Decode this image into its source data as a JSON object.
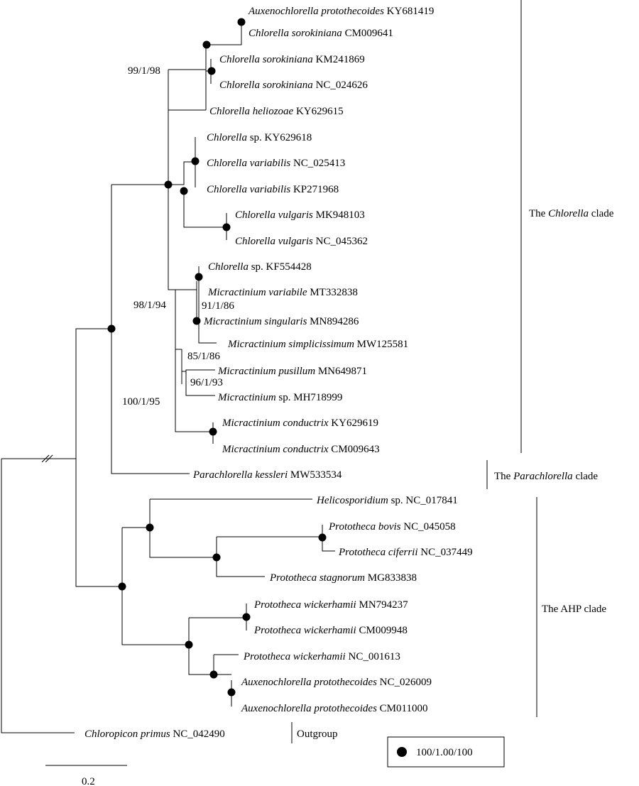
{
  "taxa": [
    {
      "genus": "Auxenochlorella protothecoides",
      "acc": "KY681419"
    },
    {
      "genus": "Chlorella sorokiniana",
      "acc": "CM009641"
    },
    {
      "genus": "Chlorella sorokiniana",
      "acc": "KM241869"
    },
    {
      "genus": "Chlorella sorokiniana",
      "acc": "NC_024626"
    },
    {
      "genus": "Chlorella heliozoae",
      "acc": "KY629615"
    },
    {
      "genus": "Chlorella",
      "rest": " sp. KY629618"
    },
    {
      "genus": "Chlorella variabilis",
      "acc": "NC_025413"
    },
    {
      "genus": "Chlorella variabilis",
      "acc": "KP271968"
    },
    {
      "genus": "Chlorella vulgaris",
      "acc": "MK948103"
    },
    {
      "genus": "Chlorella vulgaris",
      "acc": "NC_045362"
    },
    {
      "genus": "Chlorella",
      "rest": " sp. KF554428"
    },
    {
      "genus": "Micractinium variabile",
      "acc": "MT332838"
    },
    {
      "genus": "Micractinium singularis",
      "acc": "MN894286"
    },
    {
      "genus": "Micractinium simplicissimum",
      "acc": "MW125581"
    },
    {
      "genus": "Micractinium pusillum",
      "acc": "MN649871"
    },
    {
      "genus": "Micractinium",
      "rest": " sp. MH718999"
    },
    {
      "genus": "Micractinium conductrix",
      "acc": "KY629619"
    },
    {
      "genus": "Micractinium conductrix",
      "acc": "CM009643"
    },
    {
      "genus": "Parachlorella kessleri",
      "acc": "MW533534"
    },
    {
      "genus": "Helicosporidium",
      "rest": " sp. NC_017841"
    },
    {
      "genus": "Prototheca bovis",
      "acc": "NC_045058"
    },
    {
      "genus": "Prototheca ciferrii",
      "acc": "NC_037449"
    },
    {
      "genus": "Prototheca stagnorum",
      "acc": "MG833838"
    },
    {
      "genus": "Prototheca wickerhamii",
      "acc": "MN794237"
    },
    {
      "genus": "Prototheca wickerhamii",
      "acc": "CM009948"
    },
    {
      "genus": "Prototheca wickerhamii",
      "acc": "NC_001613"
    },
    {
      "genus": "Auxenochlorella protothecoides",
      "acc": "NC_026009"
    },
    {
      "genus": "Auxenochlorella protothecoides",
      "acc": "CM011000"
    },
    {
      "genus": "Chloropicon primus",
      "acc": "NC_042490"
    }
  ],
  "support_labels": [
    "99/1/98",
    "98/1/94",
    "91/1/86",
    "85/1/86",
    "96/1/93",
    "100/1/95"
  ],
  "clades": {
    "chlorella": {
      "pre": "The ",
      "name": "Chlorella",
      "post": " clade"
    },
    "parachlorella": {
      "pre": "The ",
      "name": "Parachlorella",
      "post": " clade"
    },
    "ahp": {
      "pre": "The AHP clade",
      "name": "",
      "post": ""
    },
    "outgroup": {
      "pre": "Outgroup",
      "name": "",
      "post": ""
    }
  },
  "legend": {
    "label": "100/1.00/100"
  },
  "scale_bar": {
    "label": "0.2"
  }
}
